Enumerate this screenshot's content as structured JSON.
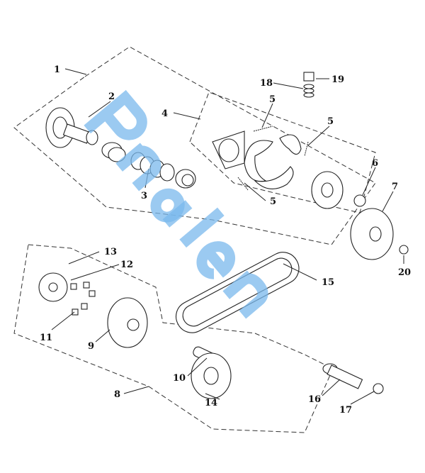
{
  "diagram": {
    "type": "exploded-parts-view",
    "watermark": "Pnalen",
    "colors": {
      "watermark": "#7ab8ec",
      "lines": "#222222"
    },
    "callouts": [
      "1",
      "2",
      "3",
      "4",
      "5",
      "5",
      "5",
      "6",
      "7",
      "8",
      "9",
      "10",
      "11",
      "12",
      "13",
      "14",
      "15",
      "16",
      "17",
      "18",
      "19",
      "20"
    ]
  }
}
